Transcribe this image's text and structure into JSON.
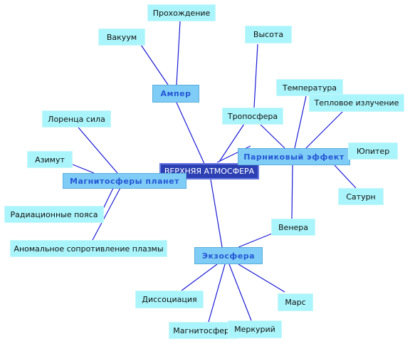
{
  "diagram": {
    "root": "ВЕРХНЯЯ АТМОСФЕРА",
    "hubs": {
      "amper": "Ампер",
      "parnik": "Парниковый эффект",
      "magnit": "Магнитосферы планет",
      "exo": "Экзосфера"
    },
    "leaves": {
      "prohozhdenie": "Прохождение",
      "vakuum": "Вакуум",
      "vysota": "Высота",
      "temperatura": "Температура",
      "teplovoe": "Тепловое излучение",
      "troposfera": "Тропосфера",
      "yupiter": "Юпитер",
      "saturn": "Сатурн",
      "venera": "Венера",
      "lorenc": "Лоренца сила",
      "azimut": "Азимут",
      "radpoyasa": "Радиационные пояса",
      "anomal": "Аномальное сопротивление плазмы",
      "dissociaciya": "Диссоциация",
      "mars": "Марс",
      "magnitosfera": "Магнитосфера",
      "merkuriy": "Меркурий"
    }
  }
}
